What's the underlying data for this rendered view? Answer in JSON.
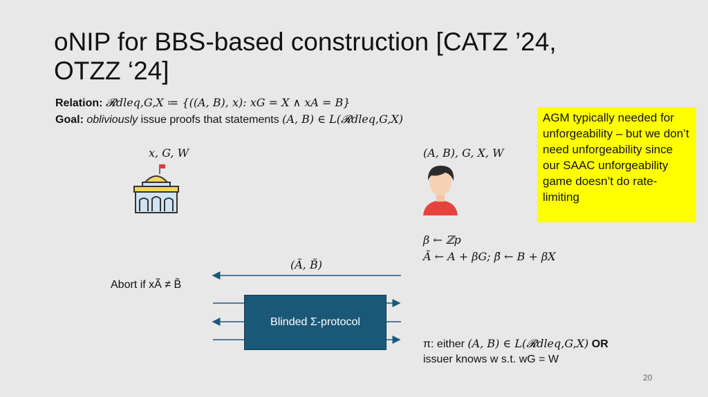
{
  "slide": {
    "title": "oNIP for BBS-based construction [CATZ ’24, OTZZ ‘24]",
    "relation_label": "Relation:",
    "relation_expr": "𝓡dleq,G,X ≔ {((A, B), x): xG = X ∧ xA = B}",
    "goal_label": "Goal:",
    "goal_italic": "obliviously",
    "goal_rest": " issue proofs that statements ",
    "goal_expr": "(A, B) ∈ L(𝓡dleq,G,X)",
    "issuer_vars": "x, G, W",
    "user_vars": "(A, B), G, X, W",
    "beta_line": "β ← ℤp",
    "blind_line": "Ã ← A + βG; β̃ ← B + βX",
    "message": "(Ã, B̃)",
    "abort_text": "Abort if xÃ ≠ B̃",
    "protocol_box": "Blinded Σ-protocol",
    "pi_line_prefix": "π: either ",
    "pi_line_expr": "(A, B) ∈ L(𝓡dleq,G,X)",
    "pi_line_or": " OR",
    "issuer_knows": "issuer knows w s.t. wG = W",
    "note": "AGM typically needed for unforgeability – but we don’t need unforgeability since our SAAC unforgeability game doesn’t do rate-limiting",
    "page_number": "20"
  },
  "icons": {
    "issuer": "government-building-icon",
    "user": "person-avatar-icon"
  },
  "colors": {
    "background": "#e8e8e8",
    "box": "#1b5878",
    "arrow": "#1b5878",
    "note": "#ffff00"
  }
}
